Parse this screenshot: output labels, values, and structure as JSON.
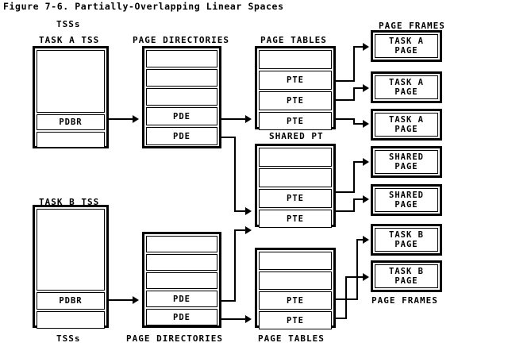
{
  "figure": {
    "title": "Figure 7-6. Partially-Overlapping Linear Spaces"
  },
  "column_labels": {
    "tss_top": "TSSs",
    "tss_bottom": "TSSs",
    "task_a_tss": "TASK A TSS",
    "task_b_tss": "TASK B TSS",
    "page_directories_top": "PAGE DIRECTORIES",
    "page_directories_bottom": "PAGE DIRECTORIES",
    "page_tables_top": "PAGE TABLES",
    "page_tables_bottom": "PAGE TABLES",
    "shared_pt": "SHARED PT",
    "page_frames_top": "PAGE FRAMES",
    "page_frames_bottom": "PAGE FRAMES"
  },
  "task_a_tss": {
    "cells": [
      {
        "text": ""
      },
      {
        "text": "PDBR"
      },
      {
        "text": ""
      }
    ]
  },
  "task_b_tss": {
    "cells": [
      {
        "text": ""
      },
      {
        "text": "PDBR"
      },
      {
        "text": ""
      }
    ]
  },
  "page_directory_a": {
    "cells": [
      {
        "text": ""
      },
      {
        "text": ""
      },
      {
        "text": ""
      },
      {
        "text": "PDE"
      },
      {
        "text": "PDE"
      }
    ]
  },
  "page_directory_b": {
    "cells": [
      {
        "text": ""
      },
      {
        "text": ""
      },
      {
        "text": ""
      },
      {
        "text": "PDE"
      },
      {
        "text": "PDE"
      }
    ]
  },
  "page_table_a": {
    "cells": [
      {
        "text": ""
      },
      {
        "text": "PTE"
      },
      {
        "text": "PTE"
      },
      {
        "text": "PTE"
      }
    ]
  },
  "shared_page_table": {
    "cells": [
      {
        "text": ""
      },
      {
        "text": ""
      },
      {
        "text": "PTE"
      },
      {
        "text": "PTE"
      }
    ]
  },
  "page_table_b": {
    "cells": [
      {
        "text": ""
      },
      {
        "text": ""
      },
      {
        "text": "PTE"
      },
      {
        "text": "PTE"
      }
    ]
  },
  "page_frames": [
    {
      "line1": "TASK A",
      "line2": "PAGE"
    },
    {
      "line1": "TASK A",
      "line2": "PAGE"
    },
    {
      "line1": "TASK A",
      "line2": "PAGE"
    },
    {
      "line1": "SHARED",
      "line2": "PAGE"
    },
    {
      "line1": "SHARED",
      "line2": "PAGE"
    },
    {
      "line1": "TASK B",
      "line2": "PAGE"
    },
    {
      "line1": "TASK B",
      "line2": "PAGE"
    }
  ],
  "colors": {
    "ink": "#000000",
    "paper": "#ffffff"
  }
}
